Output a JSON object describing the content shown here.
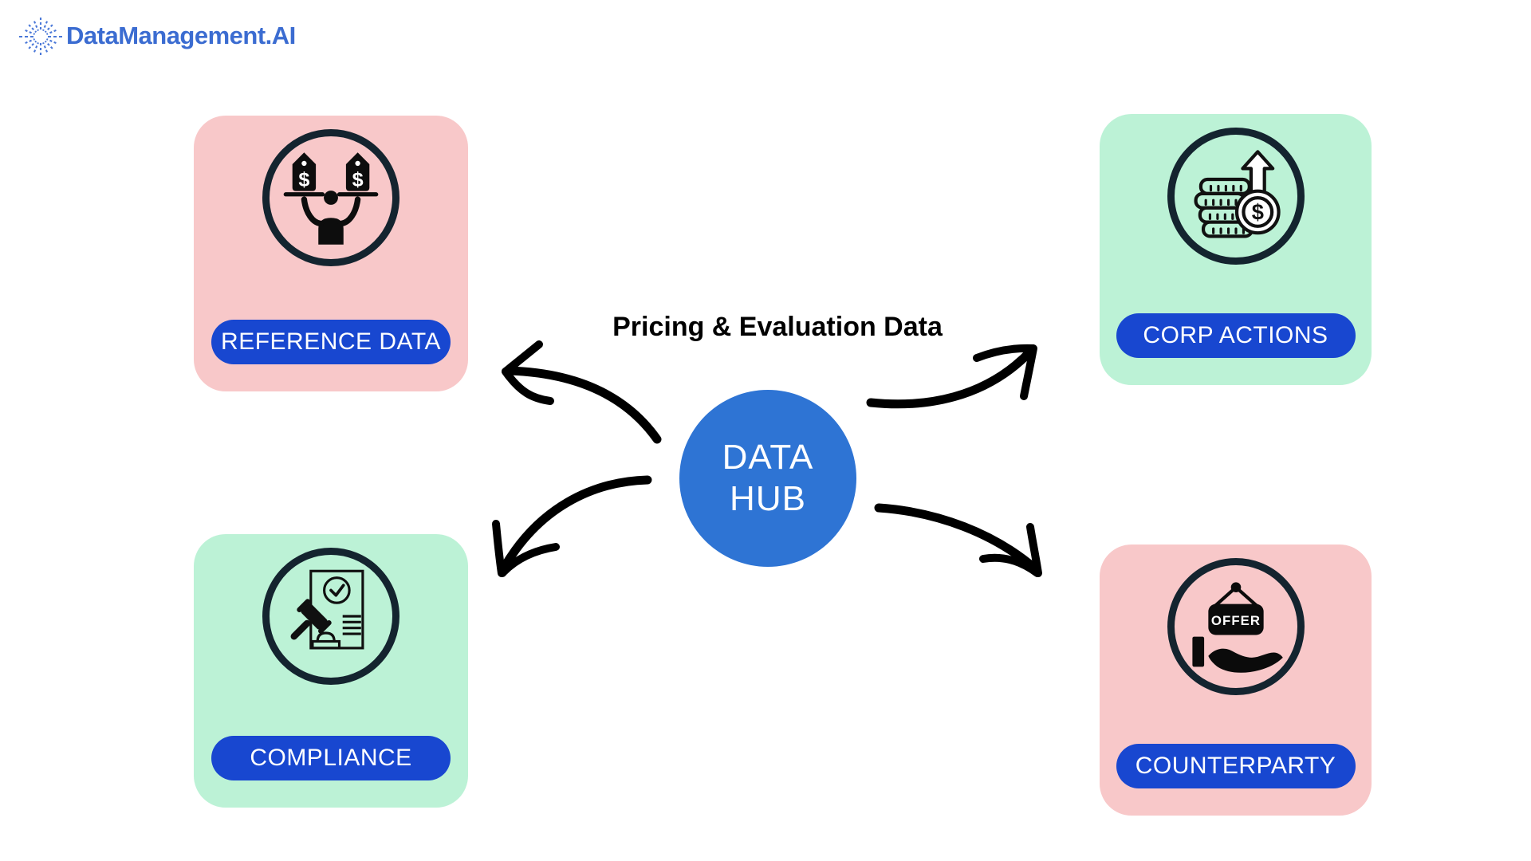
{
  "logo": {
    "brand": "DataManagement.AI",
    "icon": "starburst-icon",
    "color": "#3b6cd1"
  },
  "title": "Pricing & Evaluation Data",
  "hub": {
    "line1": "DATA",
    "line2": "HUB",
    "color": "#2e74d4",
    "text_color": "#ffffff"
  },
  "cards": [
    {
      "label": "REFERENCE DATA",
      "bg": "#f8c8c9",
      "icon": "price-tags-balance-icon",
      "tag_symbol": "$"
    },
    {
      "label": "CORP ACTIONS",
      "bg": "#bcf2d6",
      "icon": "coin-stack-rise-icon",
      "coin_symbol": "$"
    },
    {
      "label": "COMPLIANCE",
      "bg": "#bcf2d6",
      "icon": "gavel-document-icon"
    },
    {
      "label": "COUNTERPARTY",
      "bg": "#f8c8c9",
      "icon": "offer-hand-icon",
      "sign_text": "OFFER"
    }
  ],
  "connections": [
    {
      "from": "DATA HUB",
      "to": "REFERENCE DATA"
    },
    {
      "from": "DATA HUB",
      "to": "CORP ACTIONS"
    },
    {
      "from": "DATA HUB",
      "to": "COMPLIANCE"
    },
    {
      "from": "DATA HUB",
      "to": "COUNTERPARTY"
    }
  ],
  "colors": {
    "pill": "#1847d0",
    "pill_text": "#ffffff",
    "ring": "#14242f",
    "arrow": "#000000",
    "background": "#ffffff"
  }
}
